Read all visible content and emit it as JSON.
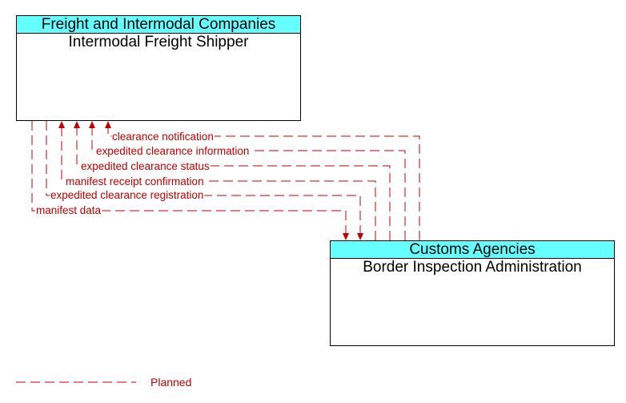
{
  "shipper": {
    "header": "Freight and Intermodal Companies",
    "title": "Intermodal Freight Shipper"
  },
  "customs": {
    "header": "Customs Agencies",
    "title": "Border Inspection Administration"
  },
  "flows": [
    {
      "label": "clearance notification",
      "direction": "to-shipper"
    },
    {
      "label": "expedited clearance information",
      "direction": "to-shipper"
    },
    {
      "label": "expedited clearance status",
      "direction": "to-shipper"
    },
    {
      "label": "manifest receipt confirmation",
      "direction": "to-shipper"
    },
    {
      "label": "expedited clearance registration",
      "direction": "to-customs"
    },
    {
      "label": "manifest data",
      "direction": "to-customs"
    }
  ],
  "legend": {
    "planned_label": "Planned"
  },
  "colors": {
    "flow": "#c00000",
    "header_fill": "#66ffff"
  }
}
